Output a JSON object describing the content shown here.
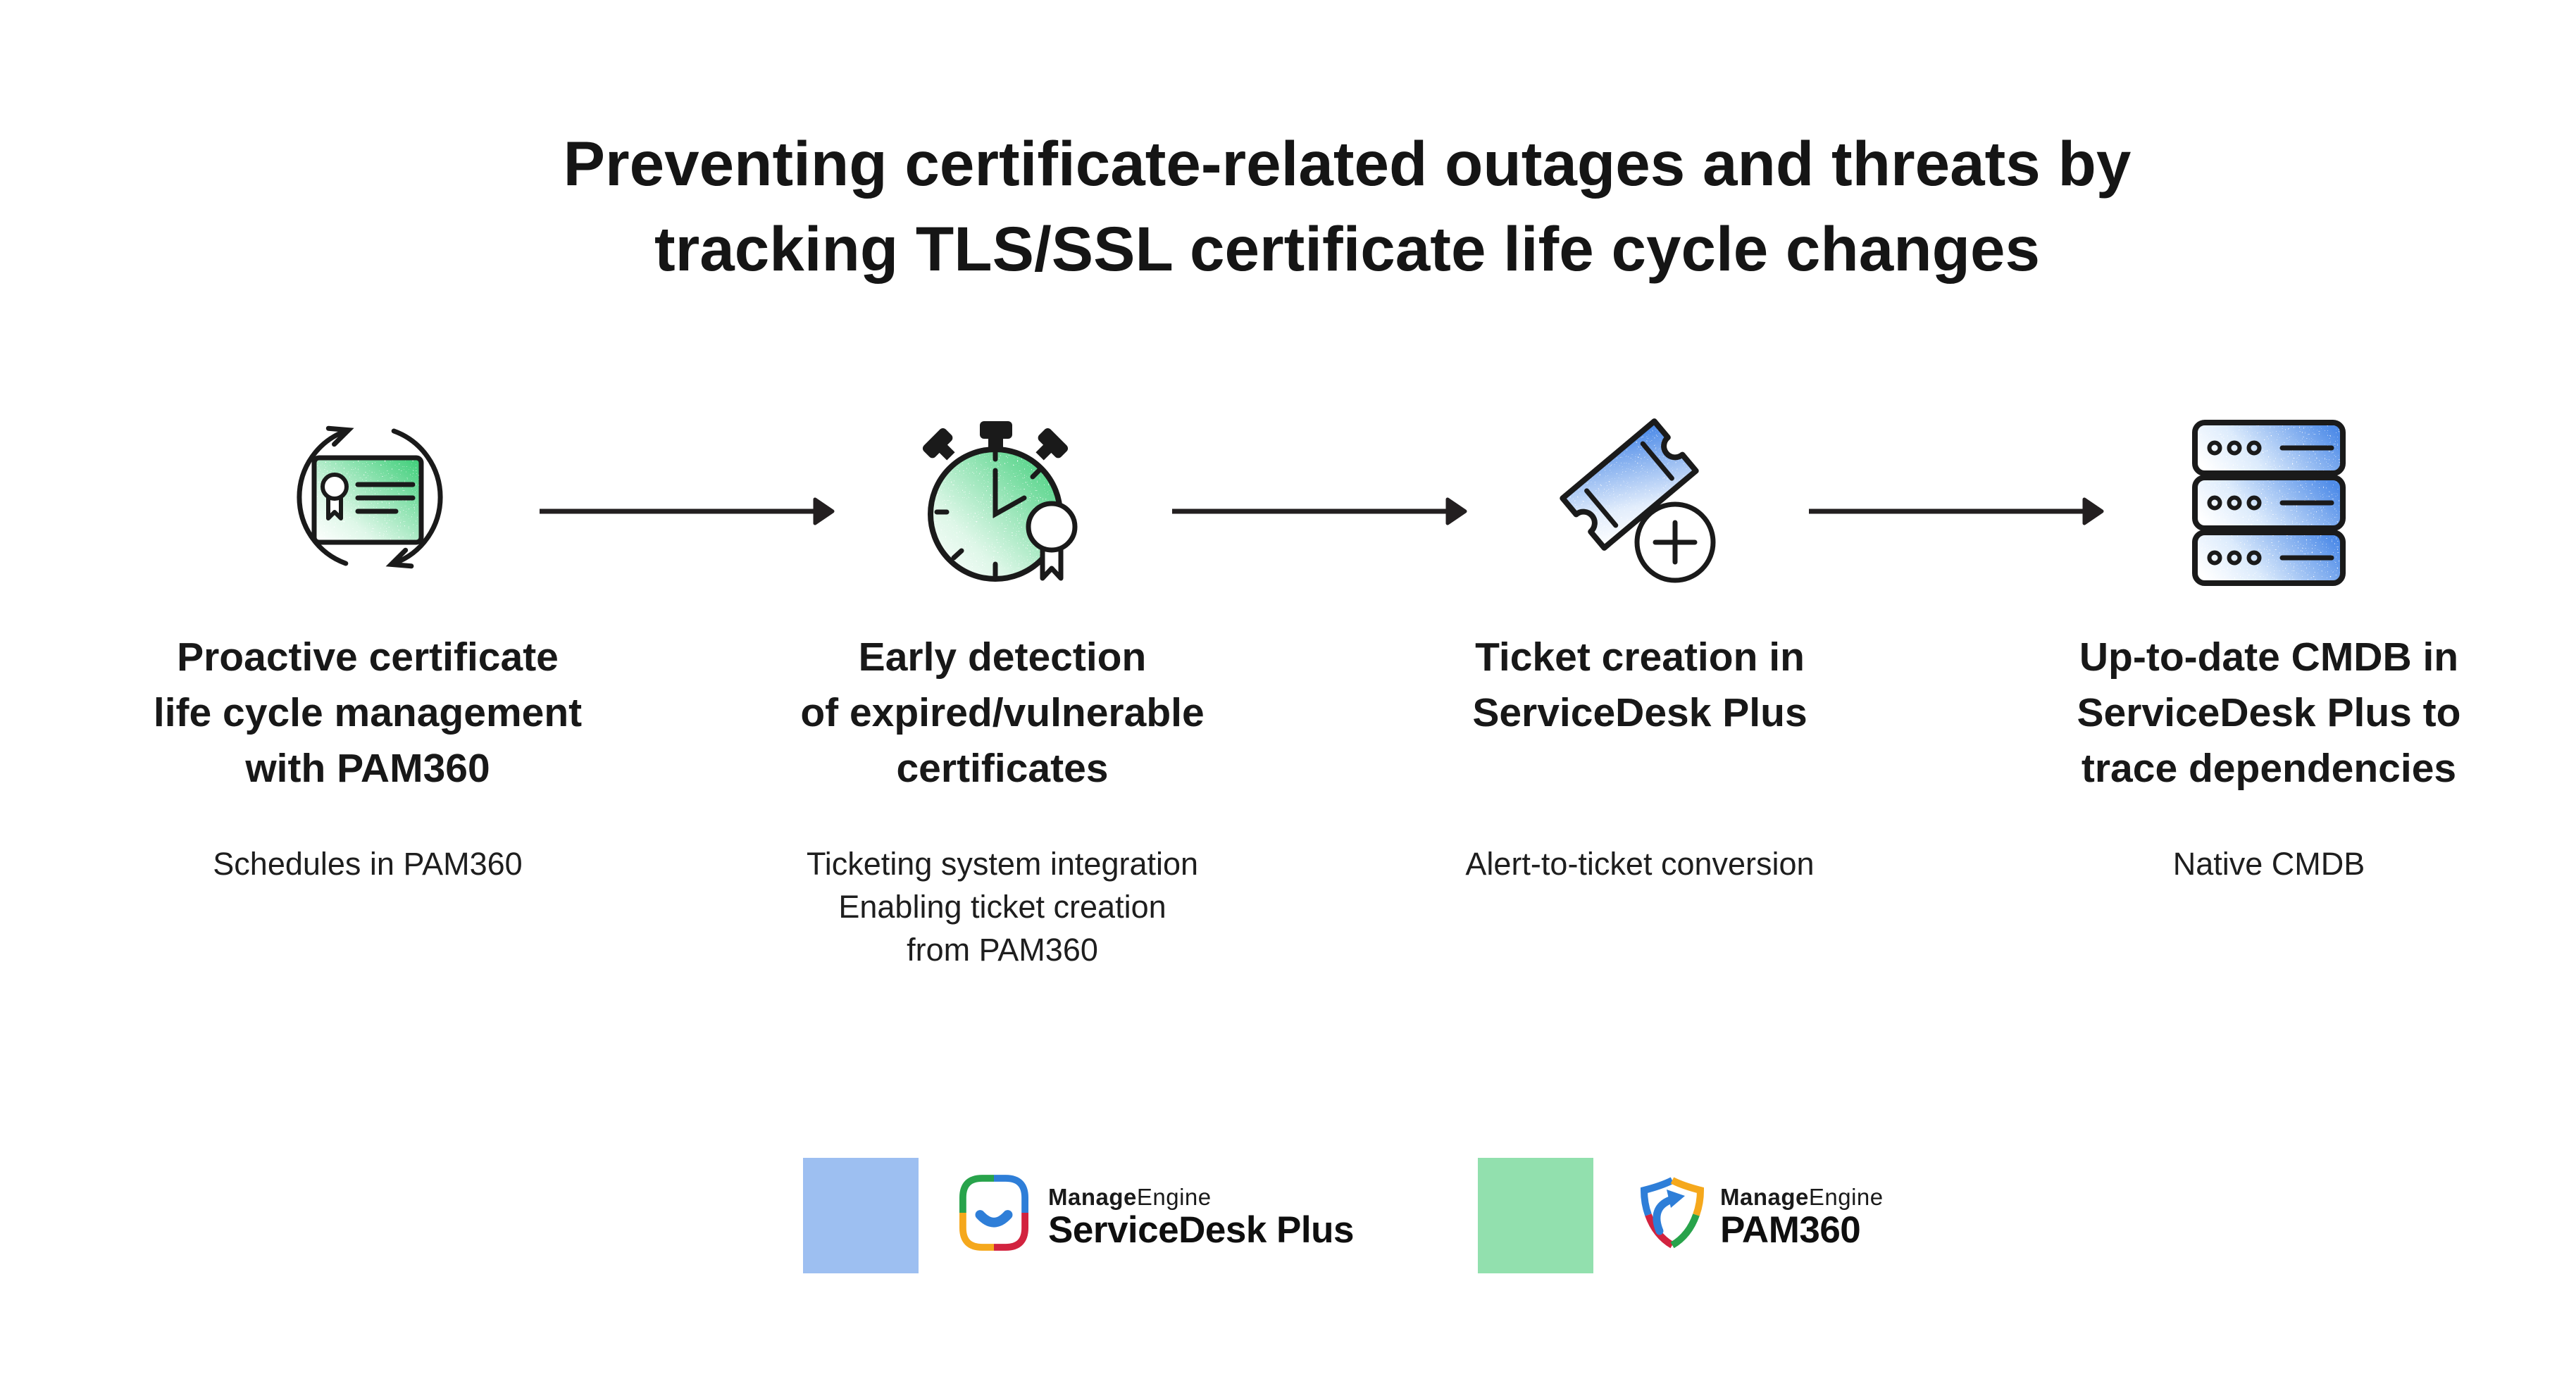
{
  "title": {
    "line1": "Preventing certificate-related outages and threats by",
    "line2": "tracking TLS/SSL certificate life cycle changes"
  },
  "steps": [
    {
      "icon_name": "certificate-lifecycle-icon",
      "heading": "Proactive certificate\nlife cycle management\nwith PAM360",
      "subtext": "Schedules in PAM360"
    },
    {
      "icon_name": "expiry-stopwatch-icon",
      "heading": "Early detection\nof expired/vulnerable\ncertificates",
      "subtext": "Ticketing system integration\nEnabling ticket creation\nfrom PAM360"
    },
    {
      "icon_name": "new-ticket-icon",
      "heading": "Ticket creation in\nServiceDesk Plus",
      "subtext": "Alert-to-ticket conversion"
    },
    {
      "icon_name": "cmdb-server-stack-icon",
      "heading": "Up-to-date CMDB in\nServiceDesk Plus to\ntrace dependencies",
      "subtext": "Native CMDB"
    }
  ],
  "legend": {
    "servicedesk": {
      "swatch_color": "#9dbff1",
      "brand_bold": "Manage",
      "brand_light": "Engine",
      "product": "ServiceDesk Plus"
    },
    "pam360": {
      "swatch_color": "#92e0ae",
      "brand_bold": "Manage",
      "brand_light": "Engine",
      "product": "PAM360"
    }
  },
  "colors": {
    "text": "#161616",
    "icon_outline": "#1a1a1a",
    "icon_green": "#45d07e",
    "icon_blue": "#4f8ce8",
    "logo_green": "#28a34b",
    "logo_blue": "#2e7ed8",
    "logo_red": "#d2233f",
    "logo_orange": "#f5a81c"
  }
}
